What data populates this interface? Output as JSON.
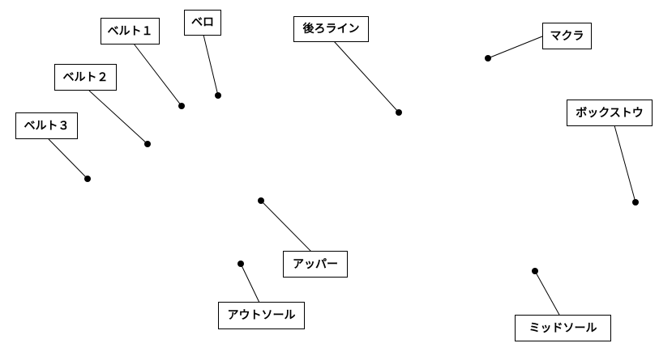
{
  "callouts": [
    {
      "id": "belt1",
      "label": "ベルト１"
    },
    {
      "id": "bero",
      "label": "ベロ"
    },
    {
      "id": "back-line",
      "label": "後ろライン"
    },
    {
      "id": "makura",
      "label": "マクラ"
    },
    {
      "id": "belt2",
      "label": "ベルト２"
    },
    {
      "id": "belt3",
      "label": "ベルト３"
    },
    {
      "id": "box-toe",
      "label": "ボックストウ"
    },
    {
      "id": "upper",
      "label": "アッパー"
    },
    {
      "id": "outsole",
      "label": "アウトソール"
    },
    {
      "id": "midsole",
      "label": "ミッドソール"
    }
  ]
}
